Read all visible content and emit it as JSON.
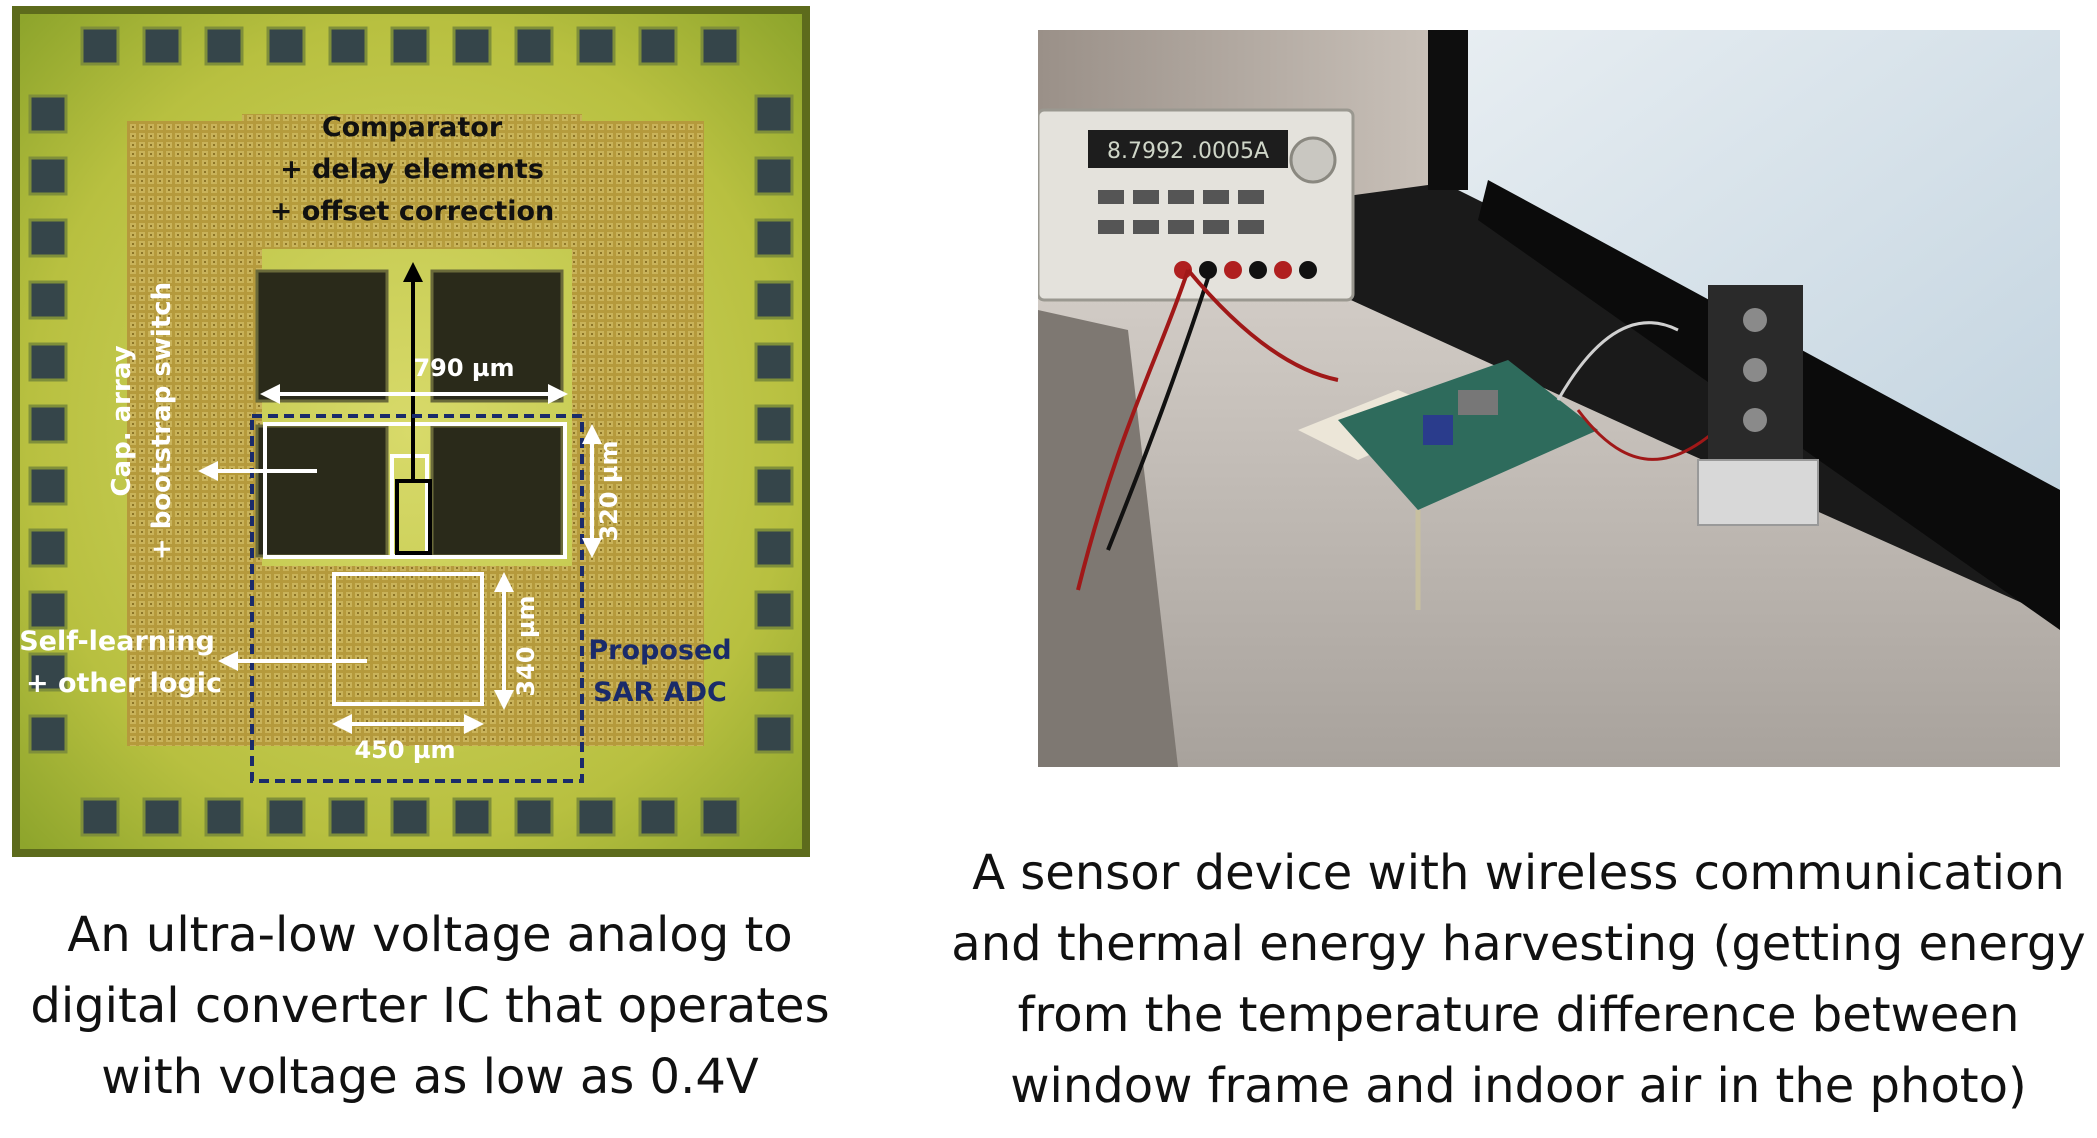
{
  "chip": {
    "labels": {
      "comparator_line1": "Comparator",
      "comparator_line2": "+ delay elements",
      "comparator_line3": "+ offset correction",
      "dim_790": "790 µm",
      "dim_320": "320 µm",
      "dim_340": "340 µm",
      "dim_450": "450 µm",
      "cap_line1": "Cap. array",
      "cap_line2": "+ bootstrap switch",
      "self_line1": "Self-learning",
      "self_line2": "+ other logic",
      "proposed_line1": "Proposed",
      "proposed_line2": "SAR ADC"
    }
  },
  "photo": {
    "instrument_display": "8.7992 .0005A"
  },
  "captions": {
    "left": [
      "An ultra-low voltage analog to",
      "digital converter IC that operates",
      "with voltage as low as 0.4V"
    ],
    "right": [
      "A sensor device with wireless communication",
      "and thermal energy harvesting (getting energy",
      "from the temperature difference between",
      "window frame and indoor air in the photo)"
    ]
  }
}
